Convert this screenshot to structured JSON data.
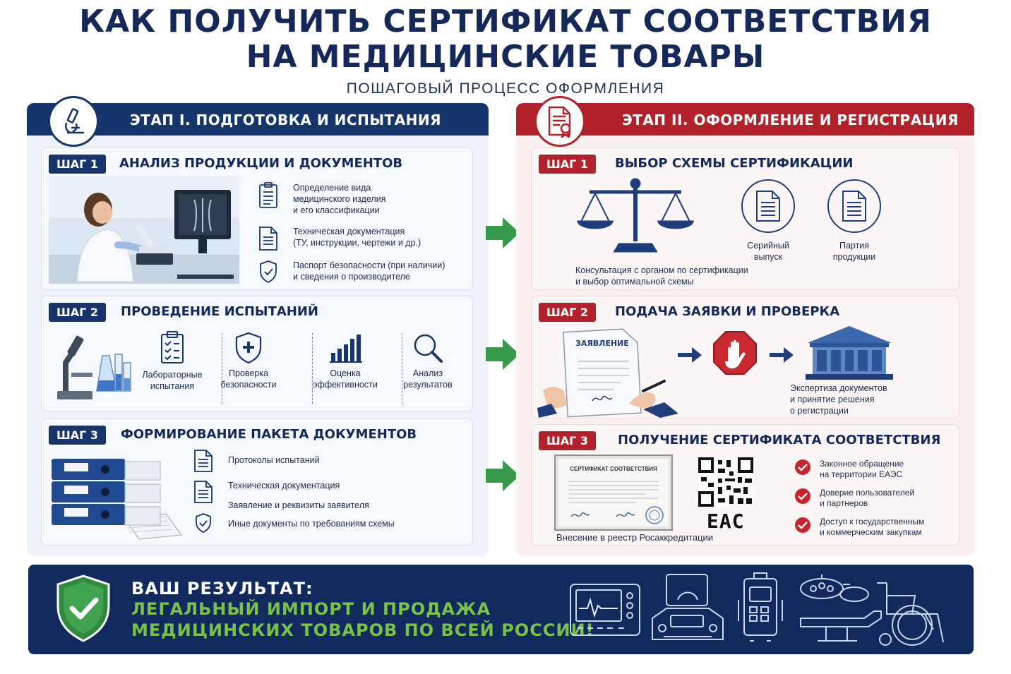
{
  "header": {
    "title_line1": "КАК ПОЛУЧИТЬ СЕРТИФИКАТ СООТВЕТСТВИЯ",
    "title_line2": "НА МЕДИЦИНСКИЕ ТОВАРЫ",
    "subtitle": "ПОШАГОВЫЙ ПРОЦЕСС ОФОРМЛЕНИЯ"
  },
  "stage1": {
    "title": "ЭТАП I. ПОДГОТОВКА И ИСПЫТАНИЯ",
    "icon": "microscope-icon",
    "step1": {
      "badge": "ШАГ 1",
      "title": "АНАЛИЗ ПРОДУКЦИИ И ДОКУМЕНТОВ",
      "items": [
        {
          "icon": "checklist-icon",
          "text": "Определение вида\nмедицинского изделия\nи его классификации"
        },
        {
          "icon": "document-icon",
          "text": "Техническая документация\n(ТУ, инструкции, чертежи и др.)"
        },
        {
          "icon": "shield-check-icon",
          "text": "Паспорт безопасности (при наличии)\nи сведения о производителе"
        }
      ]
    },
    "step2": {
      "badge": "ШАГ 2",
      "title": "ПРОВЕДЕНИЕ ИСПЫТАНИЙ",
      "items": [
        {
          "icon": "clipboard-icon",
          "text": "Лабораторные\nиспытания"
        },
        {
          "icon": "shield-plus-icon",
          "text": "Проверка\nбезопасности"
        },
        {
          "icon": "bar-chart-icon",
          "text": "Оценка\nэффективности"
        },
        {
          "icon": "magnifier-icon",
          "text": "Анализ\nрезультатов"
        }
      ]
    },
    "step3": {
      "badge": "ШАГ 3",
      "title": "ФОРМИРОВАНИЕ ПАКЕТА ДОКУМЕНТОВ",
      "items": [
        {
          "icon": "document-icon",
          "text": "Протоколы испытаний"
        },
        {
          "icon": "document-icon",
          "text": "Техническая документация"
        },
        {
          "icon": "none",
          "text": "Заявление и реквизиты заявителя"
        },
        {
          "icon": "shield-check-icon",
          "text": "Иные документы по требованиям схемы"
        }
      ]
    }
  },
  "stage2": {
    "title": "ЭТАП II. ОФОРМЛЕНИЕ И РЕГИСТРАЦИЯ",
    "icon": "certificate-doc-icon",
    "step1": {
      "badge": "ШАГ 1",
      "title": "ВЫБОР СХЕМЫ СЕРТИФИКАЦИИ",
      "option1": "Серийный\nвыпуск",
      "option2": "Партия\nпродукции",
      "caption": "Консультация с органом по сертификации\nи выбор оптимальной схемы"
    },
    "step2": {
      "badge": "ШАГ 2",
      "title": "ПОДАЧА ЗАЯВКИ И ПРОВЕРКА",
      "doc_label": "ЗАЯВЛЕНИЕ",
      "caption": "Экспертиза документов\nи принятие решения\nо регистрации"
    },
    "step3": {
      "badge": "ШАГ 3",
      "title": "ПОЛУЧЕНИЕ СЕРТИФИКАТА СООТВЕТСТВИЯ",
      "cert_label": "СЕРТИФИКАТ СООТВЕТСТВИЯ",
      "eac": "EAC",
      "caption": "Внесение в реестр Росаккредитации",
      "benefits": [
        "Законное обращение\nна территории ЕАЭС",
        "Доверие пользователей\nи партнеров",
        "Доступ к государственным\nи коммерческим закупкам"
      ]
    }
  },
  "result": {
    "heading": "ВАШ РЕЗУЛЬТАТ:",
    "line1": "ЛЕГАЛЬНЫЙ ИМПОРТ И ПРОДАЖА",
    "line2": "МЕДИЦИНСКИХ ТОВАРОВ ПО ВСЕЙ РОССИИ!"
  },
  "colors": {
    "navy": "#17356d",
    "red": "#b3222b",
    "green": "#3a9a4b",
    "light_green": "#79c24a"
  }
}
